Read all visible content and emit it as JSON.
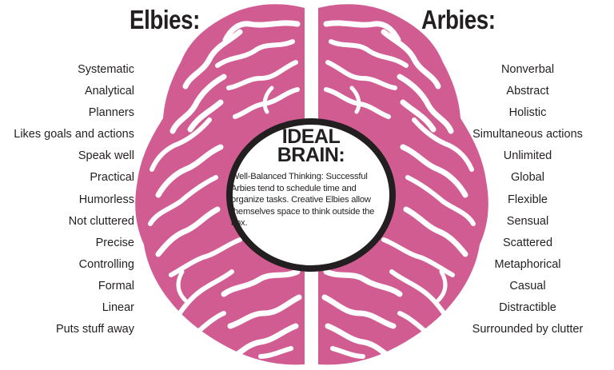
{
  "left": {
    "heading": "Elbies:",
    "traits": [
      "Systematic",
      "Analytical",
      "Planners",
      "Likes goals and actions",
      "Speak well",
      "Practical",
      "Humorless",
      "Not cluttered",
      "Precise",
      "Controlling",
      "Formal",
      "Linear",
      "Puts stuff away"
    ]
  },
  "right": {
    "heading": "Arbies:",
    "traits": [
      "Nonverbal",
      "Abstract",
      "Holistic",
      "Simultaneous actions",
      "Unlimited",
      "Global",
      "Flexible",
      "Sensual",
      "Scattered",
      "Metaphorical",
      "Casual",
      "Distractible",
      "Surrounded by clutter"
    ]
  },
  "center": {
    "title_line1": "IDEAL",
    "title_line2": "BRAIN:",
    "body": "Well-Balanced Thinking: Successful Arbies tend to schedule time and organize tasks. Creative Elbies allow themselves space to think outside the box."
  },
  "colors": {
    "brain": "#d15c91",
    "outline": "#231f20",
    "background": "#ffffff"
  }
}
